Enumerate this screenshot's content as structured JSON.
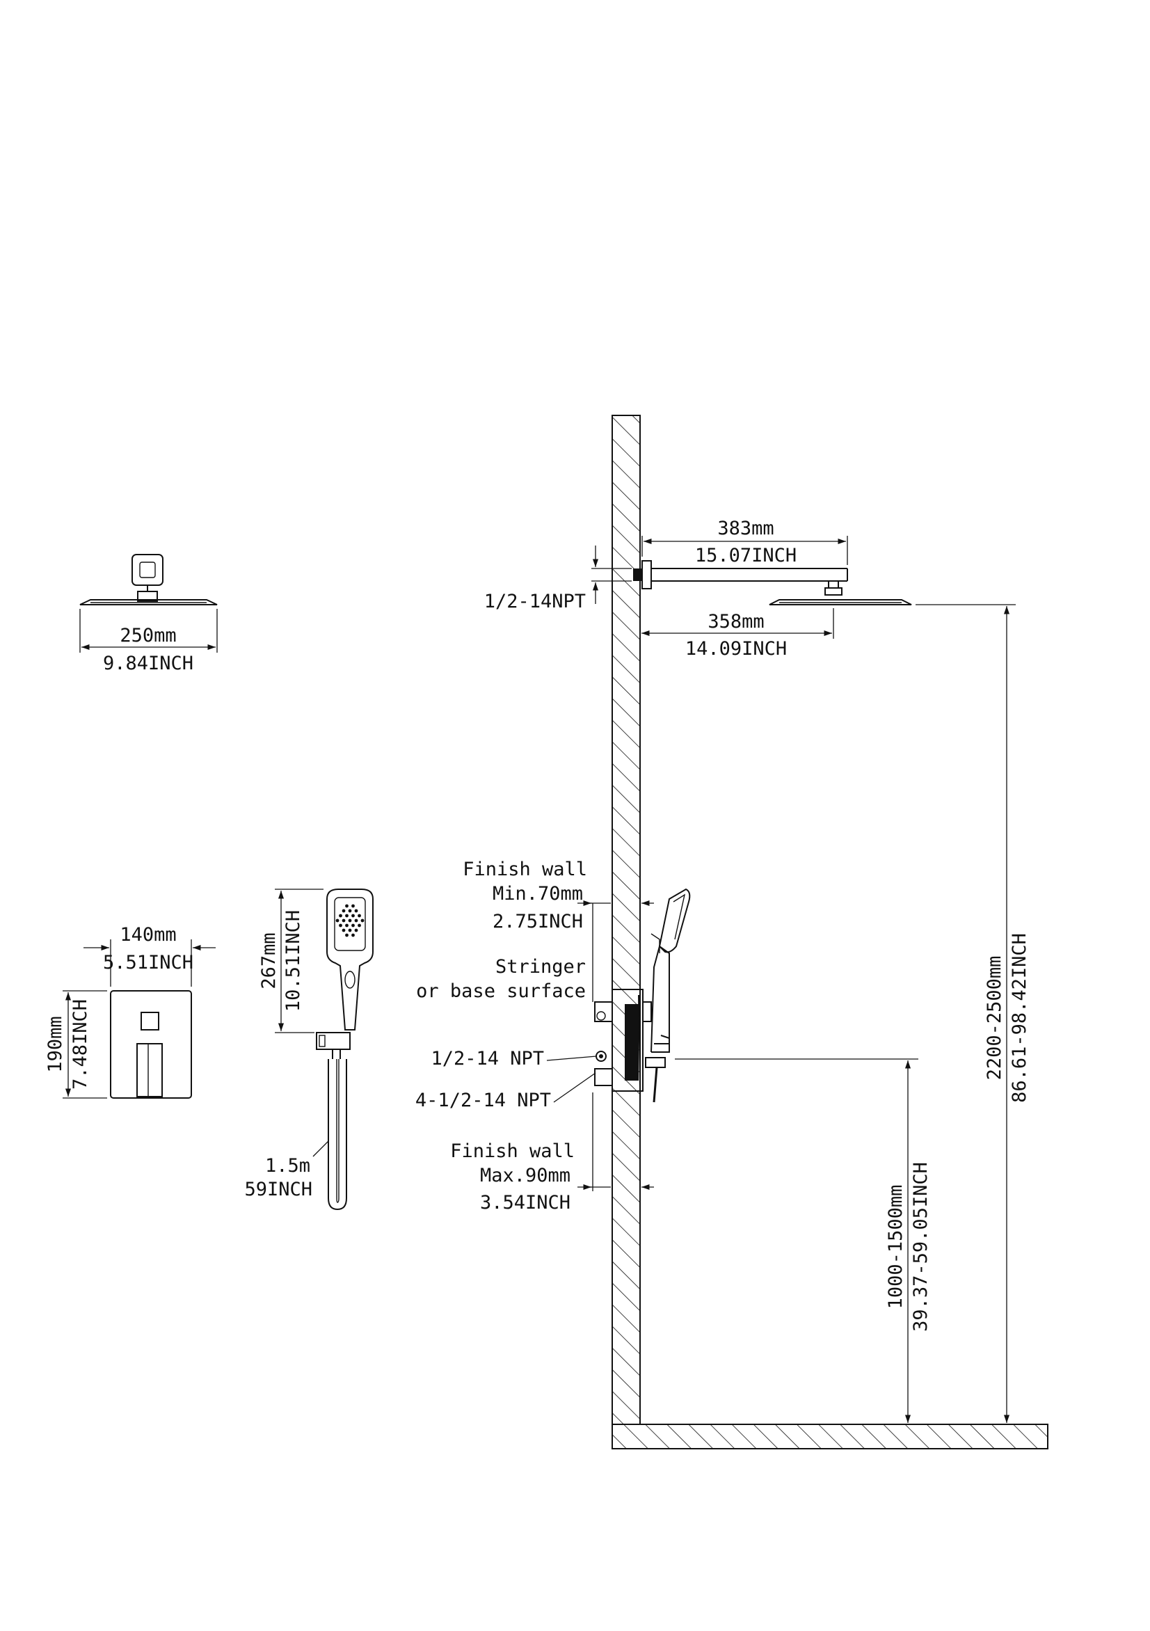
{
  "labels": {
    "shower_head_width_mm": "250mm",
    "shower_head_width_in": "9.84INCH",
    "trim_width_mm": "140mm",
    "trim_width_in": "5.51INCH",
    "trim_height_mm": "190mm",
    "trim_height_in": "7.48INCH",
    "handheld_length_mm": "267mm",
    "handheld_length_in": "10.51INCH",
    "hose_length_m": "1.5m",
    "hose_length_in": "59INCH",
    "arm_length_mm": "383mm",
    "arm_length_in": "15.07INCH",
    "thread_arm": "1/2-14NPT",
    "head_offset_mm": "358mm",
    "head_offset_in": "14.09INCH",
    "finish_wall_min_title": "Finish wall",
    "finish_wall_min_mm": "Min.70mm",
    "finish_wall_min_in": "2.75INCH",
    "stringer_line1": "Stringer",
    "stringer_line2": "or base surface",
    "thread_valve": "1/2-14 NPT",
    "thread_valve_ports": "4-1/2-14 NPT",
    "finish_wall_max_title": "Finish wall",
    "finish_wall_max_mm": "Max.90mm",
    "finish_wall_max_in": "3.54INCH",
    "valve_height_mm": "1000-1500mm",
    "valve_height_in": "39.37-59.05INCH",
    "head_height_mm": "2200-2500mm",
    "head_height_in": "86.61-98.42INCH"
  }
}
